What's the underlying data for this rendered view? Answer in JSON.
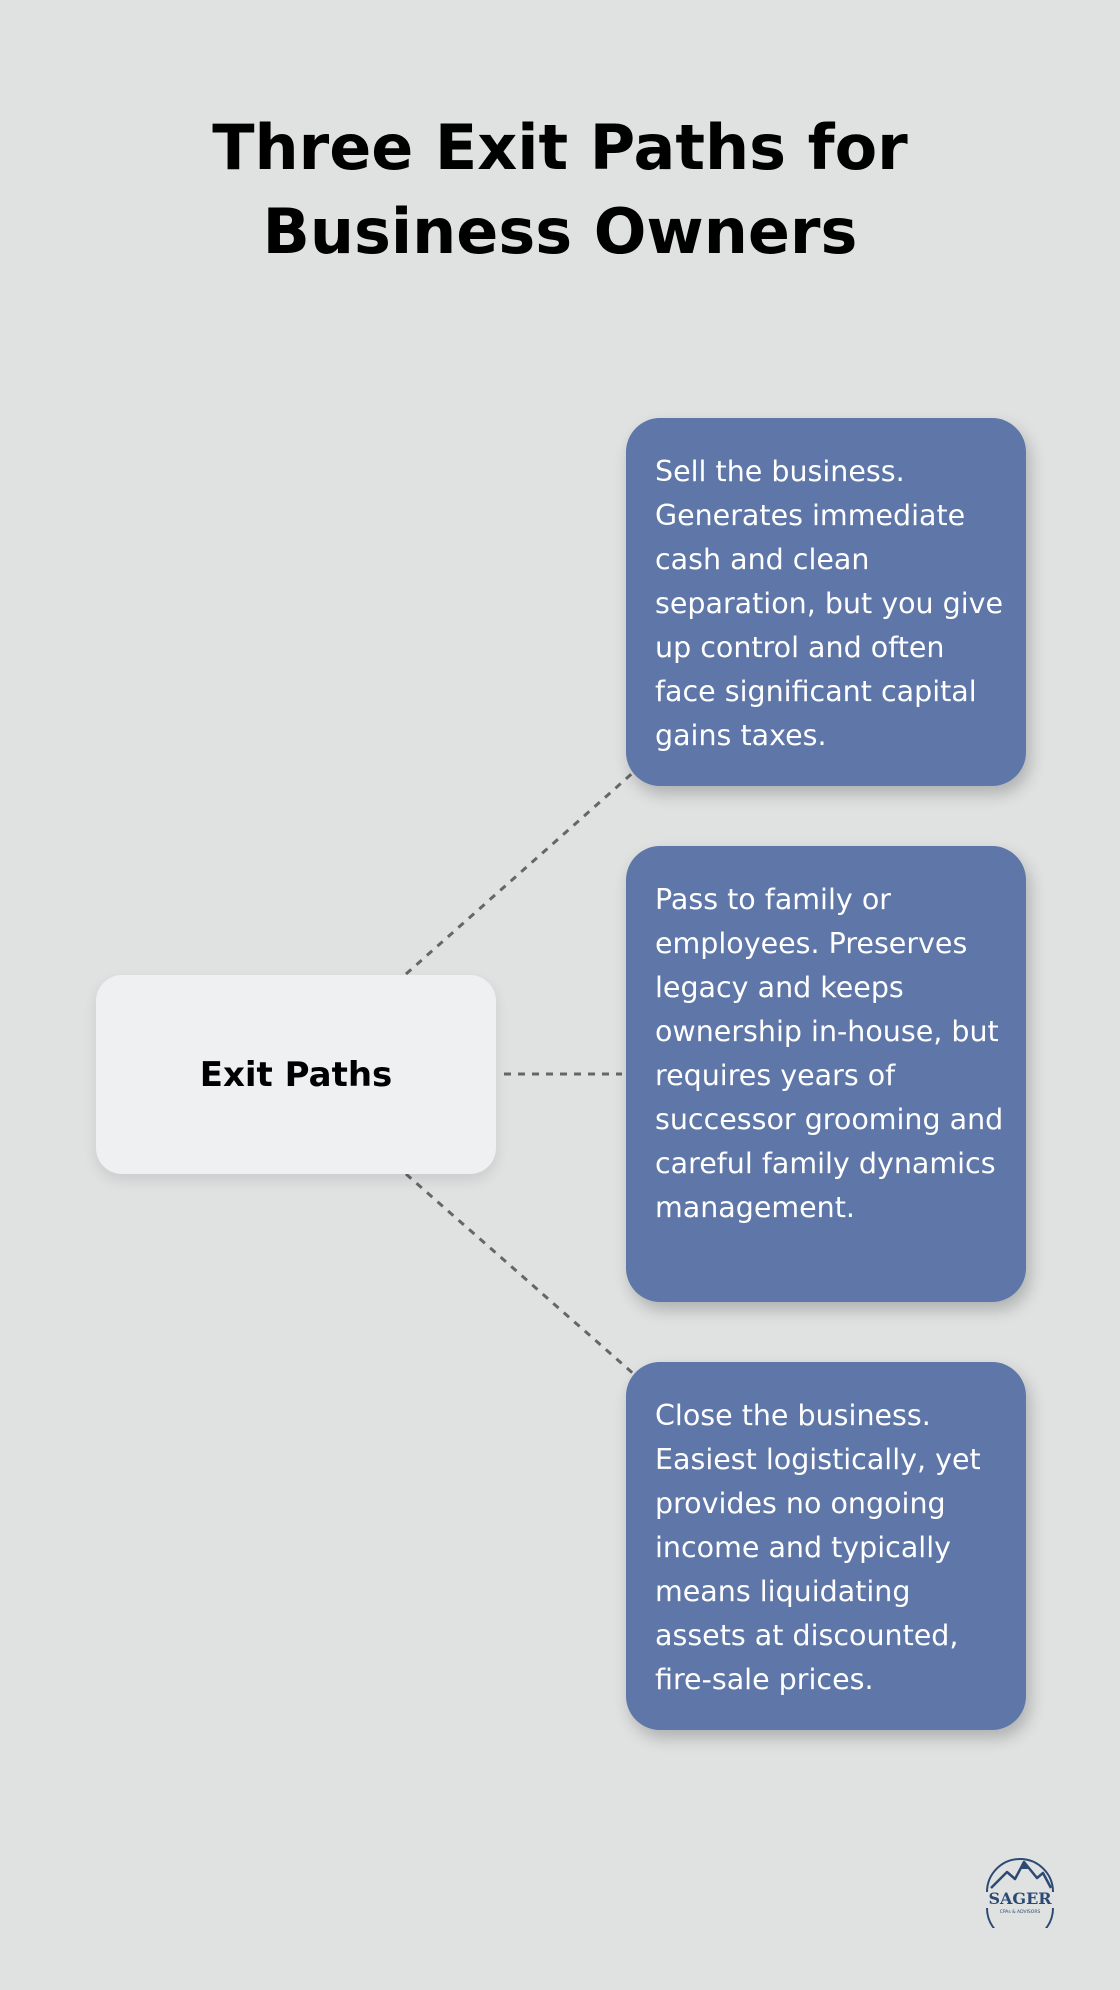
{
  "title": "Three Exit Paths for Business Owners",
  "center": {
    "label": "Exit Paths"
  },
  "paths": [
    {
      "text": "Sell the business. Generates immediate cash and clean separation, but you give up control and often face significant capital gains taxes."
    },
    {
      "text": "Pass to family or employees. Preserves legacy and keeps ownership in-house, but requires years of successor grooming and careful family dynamics management."
    },
    {
      "text": "Close the business. Easiest logistically, yet provides no ongoing income and typically means liquidating assets at discounted, fire-sale prices."
    }
  ],
  "logo": {
    "name": "SAGER",
    "tagline": "CPAs & ADVISORS",
    "icon": "mountain-logo-icon"
  },
  "colors": {
    "background": "#e0e2e2",
    "card": "#5e76a8",
    "center_node": "#eff0f2",
    "connector": "#666666",
    "logo": "#2c4a73"
  }
}
